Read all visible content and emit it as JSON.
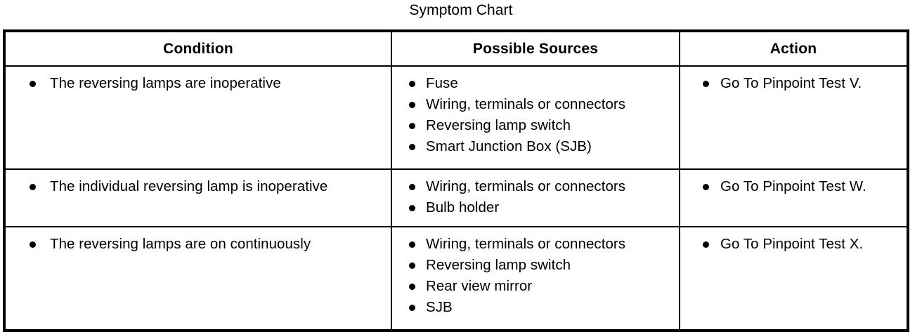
{
  "title": "Symptom Chart",
  "table": {
    "headers": [
      "Condition",
      "Possible Sources",
      "Action"
    ],
    "rows": [
      {
        "condition": [
          "The reversing lamps are inoperative"
        ],
        "possible_sources": [
          "Fuse",
          "Wiring, terminals or connectors",
          "Reversing lamp switch",
          "Smart Junction Box (SJB)"
        ],
        "action": [
          "Go To Pinpoint Test V."
        ]
      },
      {
        "condition": [
          "The individual reversing lamp is inoperative"
        ],
        "possible_sources": [
          "Wiring, terminals or connectors",
          "Bulb holder"
        ],
        "action": [
          "Go To Pinpoint Test W."
        ]
      },
      {
        "condition": [
          "The reversing lamps are on continuously"
        ],
        "possible_sources": [
          "Wiring, terminals or connectors",
          "Reversing lamp switch",
          "Rear view mirror",
          "SJB"
        ],
        "action": [
          "Go To Pinpoint Test X."
        ]
      }
    ]
  },
  "colors": {
    "border": "#000000",
    "text": "#000000",
    "background": "#ffffff"
  }
}
